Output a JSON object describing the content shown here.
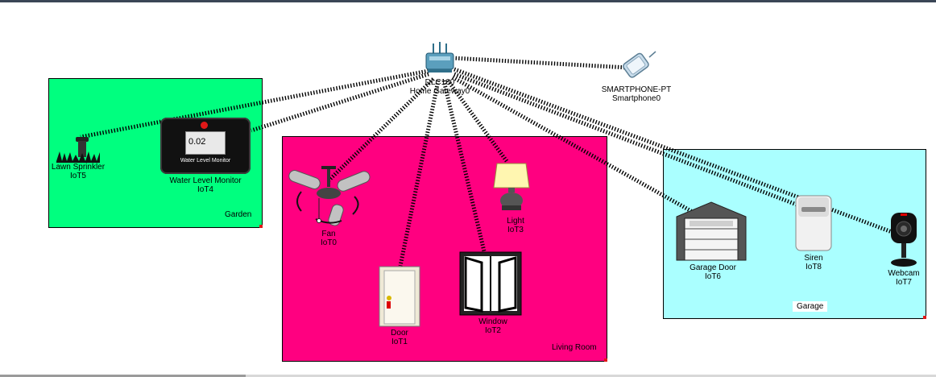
{
  "clusters": {
    "garden": {
      "label": "Garden",
      "color": "#00ff7f"
    },
    "living_room": {
      "label": "Living Room",
      "color": "#ff0080"
    },
    "garage": {
      "label": "Garage",
      "color": "#aaffff"
    }
  },
  "devices": {
    "gateway": {
      "model": "DLC100",
      "name": "Home Gateway0"
    },
    "smartphone": {
      "model": "SMARTPHONE-PT",
      "name": "Smartphone0"
    },
    "sprinkler": {
      "model": "Lawn Sprinkler",
      "name": "IoT5"
    },
    "water_monitor": {
      "model": "Water Level Monitor",
      "name": "IoT4",
      "display_value": "0.02",
      "panel_label": "Water Level Monitor"
    },
    "fan": {
      "model": "Fan",
      "name": "IoT0"
    },
    "light": {
      "model": "Light",
      "name": "IoT3"
    },
    "door": {
      "model": "Door",
      "name": "IoT1"
    },
    "window": {
      "model": "Window",
      "name": "IoT2"
    },
    "garage_door": {
      "model": "Garage Door",
      "name": "IoT6"
    },
    "siren": {
      "model": "Siren",
      "name": "IoT8"
    },
    "webcam": {
      "model": "Webcam",
      "name": "IoT7"
    }
  },
  "icons": {
    "gateway": "wireless-router-icon",
    "smartphone": "smartphone-icon",
    "sprinkler": "sprinkler-icon",
    "water_monitor": "water-level-monitor-icon",
    "fan": "ceiling-fan-icon",
    "light": "lamp-icon",
    "door": "door-icon",
    "window": "window-icon",
    "garage_door": "garage-door-icon",
    "siren": "siren-icon",
    "webcam": "webcam-icon"
  },
  "colors": {
    "wireless_link": "#000000",
    "status_dot": "#e01818"
  }
}
